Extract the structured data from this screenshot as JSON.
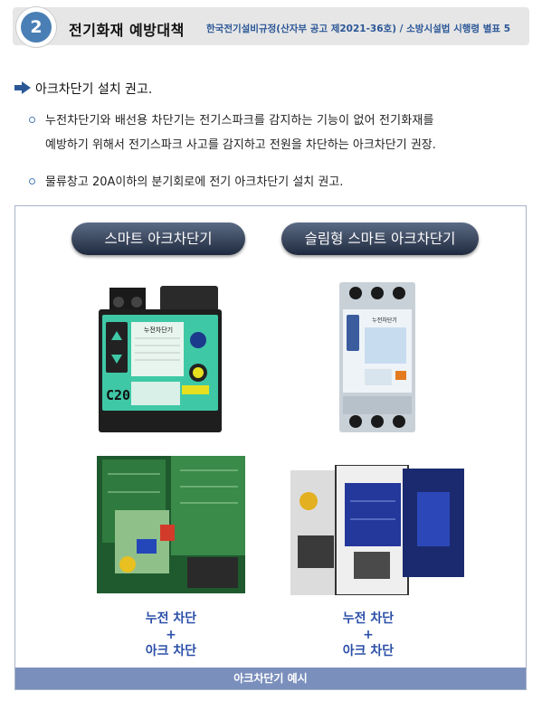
{
  "header": {
    "number": "2",
    "title": "전기화재 예방대책",
    "reference": "한국전기설비규정(산자부 공고 제2021-36호) / 소방시설법 시행령 별표 5"
  },
  "section": {
    "heading": "아크차단기 설치 권고."
  },
  "bullets": [
    {
      "line1": "누전차단기와 배선용 차단기는 전기스파크를 감지하는 기능이 없어 전기화재를",
      "line2": "예방하기 위해서 전기스파크 사고를 감지하고 전원을 차단하는 아크차단기 권장."
    },
    {
      "line1": "물류창고 20A이하의 분기회로에 전기 아크차단기 설치 권고."
    }
  ],
  "figure": {
    "left_title": "스마트 아크차단기",
    "right_title": "슬림형 스마트 아크차단기",
    "left_label": {
      "line1": "누전 차단",
      "plus": "+",
      "line2": "아크 차단"
    },
    "right_label": {
      "line1": "누전 차단",
      "plus": "+",
      "line2": "아크 차단"
    },
    "device_texts": {
      "left_face": "누전차단기",
      "left_rating": "C20",
      "right_face": "누전차단기"
    },
    "caption": "아크차단기 예시"
  },
  "colors": {
    "accent": "#4a7fb5",
    "label_blue": "#2b4fa8",
    "caption_bg": "#7a8fbc",
    "header_bg": "#e6e6e6"
  }
}
